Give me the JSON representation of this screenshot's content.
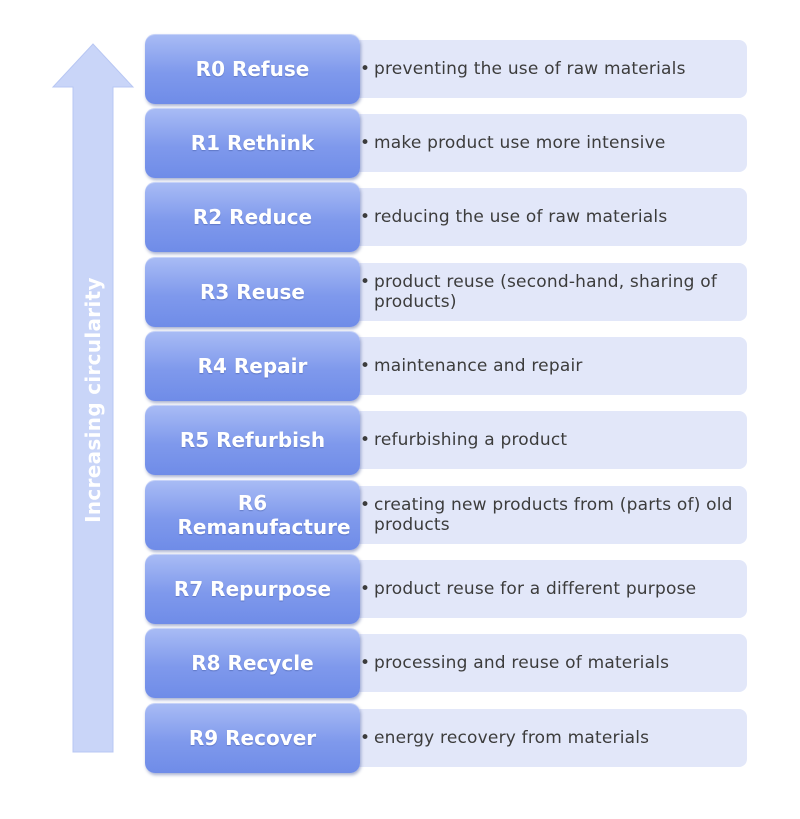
{
  "arrow": {
    "label": "Increasing circularity",
    "color": "#c9d5f8"
  },
  "colors": {
    "box_top": "#a9bcf5",
    "box_bottom": "#6f8ce8",
    "desc_bg": "#e2e7f9",
    "desc_text": "#3c3c3c"
  },
  "strategies": [
    {
      "label": "R0 Refuse",
      "description": "preventing the use of raw materials"
    },
    {
      "label": "R1 Rethink",
      "description": "make product use more intensive"
    },
    {
      "label": "R2 Reduce",
      "description": "reducing the use of raw materials"
    },
    {
      "label": "R3 Reuse",
      "description": "product reuse (second-hand, sharing of products)"
    },
    {
      "label": "R4 Repair",
      "description": "maintenance and repair"
    },
    {
      "label": "R5 Refurbish",
      "description": "refurbishing a product"
    },
    {
      "label": "R6 Remanufacture",
      "description": "creating new products from (parts of) old products"
    },
    {
      "label": "R7 Repurpose",
      "description": "product reuse for a different purpose"
    },
    {
      "label": "R8 Recycle",
      "description": "processing and reuse of materials"
    },
    {
      "label": "R9 Recover",
      "description": "energy recovery from materials"
    }
  ]
}
